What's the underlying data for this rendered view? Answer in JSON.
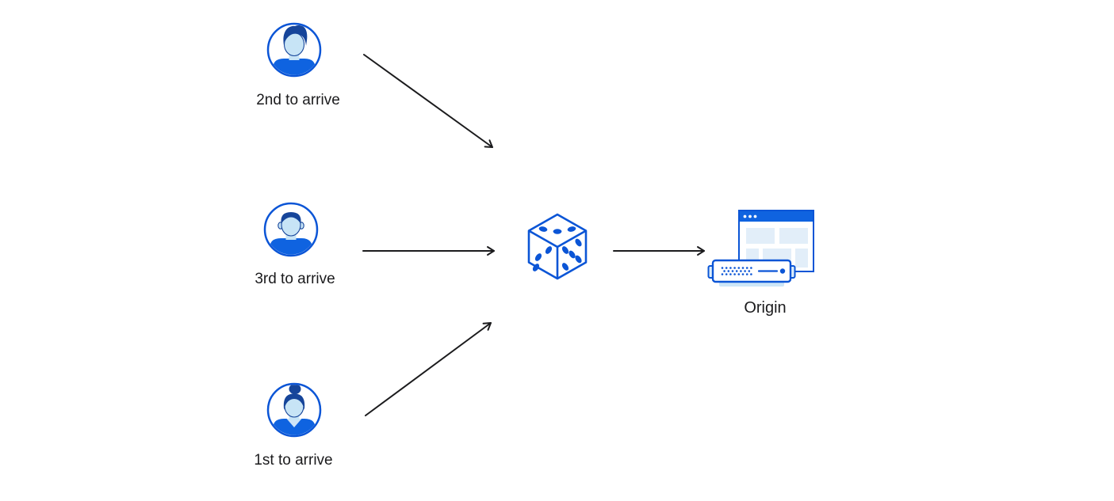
{
  "diagram": {
    "users": [
      {
        "label": "2nd to arrive",
        "icon": "user-avatar-icon"
      },
      {
        "label": "3rd to arrive",
        "icon": "user-avatar-icon"
      },
      {
        "label": "1st to arrive",
        "icon": "user-avatar-icon"
      }
    ],
    "center": {
      "icon": "dice-icon"
    },
    "origin": {
      "label": "Origin",
      "icons": [
        "browser-window-icon",
        "server-icon"
      ]
    },
    "arrows": [
      {
        "from": "2nd to arrive",
        "to": "dice"
      },
      {
        "from": "3rd to arrive",
        "to": "dice"
      },
      {
        "from": "1st to arrive",
        "to": "dice"
      },
      {
        "from": "dice",
        "to": "Origin"
      }
    ]
  },
  "palette": {
    "blue": "#0b55d6",
    "blue-med": "#0f63e0",
    "navy": "#16459a",
    "skin": "#c7e4f6",
    "panel": "#e2eef9",
    "shadow": "#cde6f8",
    "ink": "#1b1b1d",
    "bg": "#ffffff"
  }
}
